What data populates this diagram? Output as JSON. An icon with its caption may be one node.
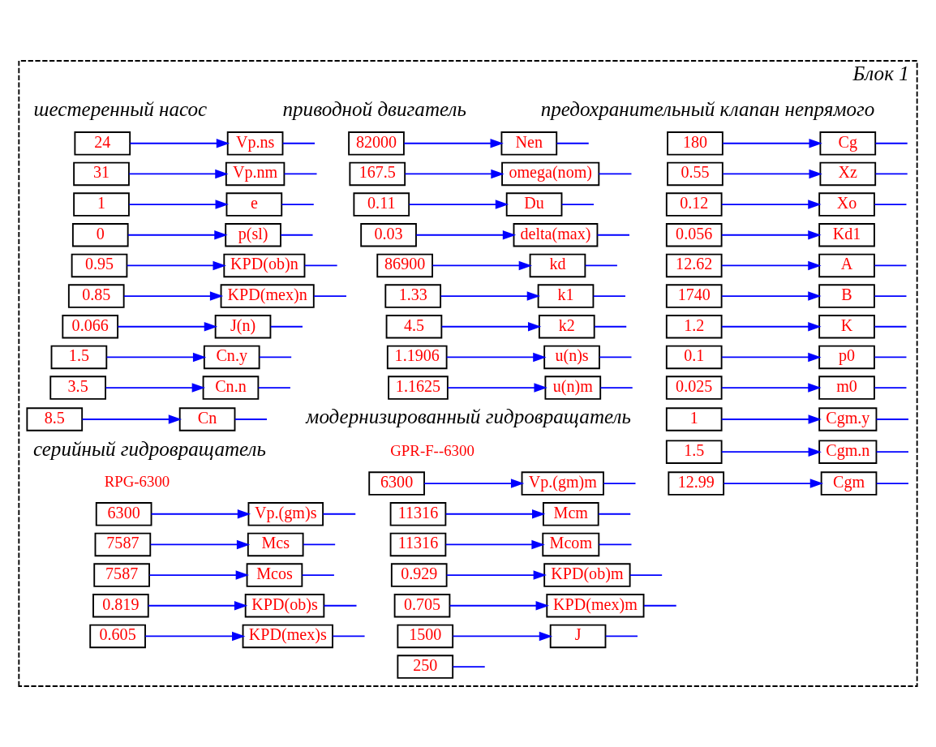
{
  "diagram": {
    "nodes": [
      {
        "text": [
          "Блок 1"
        ]
      },
      {
        "text": [
          "24"
        ],
        "in": 0
      },
      {
        "text": [
          "Vp.ns"
        ],
        "in": 0
      },
      {
        "text": [
          "31"
        ],
        "in": 0
      },
      {
        "text": [
          "Vp.nm"
        ],
        "in": 0
      },
      {
        "text": [
          "1"
        ],
        "in": 0
      },
      {
        "text": [
          "e"
        ],
        "in": 0
      },
      {
        "text": [
          "0"
        ],
        "in": 0
      },
      {
        "text": [
          "p(sl)"
        ],
        "in": 0
      },
      {
        "text": [
          "0.95"
        ],
        "in": 0
      },
      {
        "text": [
          "KPD(ob)n"
        ],
        "in": 0
      },
      {
        "text": [
          "0.85"
        ],
        "in": 0
      },
      {
        "text": [
          "KPD(mex)n"
        ],
        "in": 0
      },
      {
        "text": [
          "0.066"
        ],
        "in": 0
      },
      {
        "text": [
          "J(n)"
        ],
        "in": 0
      },
      {
        "text": [
          "1.5"
        ],
        "in": 0
      },
      {
        "text": [
          "Cn.y"
        ],
        "in": 0
      },
      {
        "text": [
          "3.5"
        ],
        "in": 0
      },
      {
        "text": [
          "Cn.n"
        ],
        "in": 0
      },
      {
        "text": [
          "8.5"
        ],
        "in": 0
      },
      {
        "text": [
          "Cn"
        ],
        "in": 0
      },
      {
        "text": [
          "82000"
        ],
        "in": 0
      },
      {
        "text": [
          "Nen"
        ],
        "in": 0
      },
      {
        "text": [
          "167.5"
        ],
        "in": 0
      },
      {
        "text": [
          "omega(nom)"
        ],
        "in": 0
      },
      {
        "text": [
          "0.11"
        ],
        "in": 0
      },
      {
        "text": [
          "Du"
        ],
        "in": 0
      },
      {
        "text": [
          "0.03"
        ],
        "in": 0
      },
      {
        "text": [
          "delta(max)"
        ],
        "in": 0
      },
      {
        "text": [
          "86900"
        ],
        "in": 0
      },
      {
        "text": [
          "kd"
        ],
        "in": 0
      },
      {
        "text": [
          "1.33"
        ],
        "in": 0
      },
      {
        "text": [
          "k1"
        ],
        "in": 0
      },
      {
        "text": [
          "4.5"
        ],
        "in": 0
      },
      {
        "text": [
          "k2"
        ],
        "in": 0
      },
      {
        "text": [
          "1.1906"
        ],
        "in": 0
      },
      {
        "text": [
          "u(n)s"
        ],
        "in": 0
      },
      {
        "text": [
          "1.1625"
        ],
        "in": 0
      },
      {
        "text": [
          "u(n)m"
        ],
        "in": 0
      },
      {
        "text": [
          "180"
        ],
        "in": 0
      },
      {
        "text": [
          "Cg"
        ],
        "in": 0
      },
      {
        "text": [
          "0.55"
        ],
        "in": 0
      },
      {
        "text": [
          "Xz"
        ],
        "in": 0
      },
      {
        "text": [
          "0.12"
        ],
        "in": 0
      },
      {
        "text": [
          "Xo"
        ],
        "in": 0
      },
      {
        "text": [
          "0.056"
        ],
        "in": 0
      },
      {
        "text": [
          "Kd1"
        ],
        "in": 0
      },
      {
        "text": [
          "12.62"
        ],
        "in": 0
      },
      {
        "text": [
          "A"
        ],
        "in": 0
      },
      {
        "text": [
          "1740"
        ],
        "in": 0
      },
      {
        "text": [
          "B"
        ],
        "in": 0
      },
      {
        "text": [
          "1.2"
        ],
        "in": 0
      },
      {
        "text": [
          "K"
        ],
        "in": 0
      },
      {
        "text": [
          "0.1"
        ],
        "in": 0
      },
      {
        "text": [
          "p0"
        ],
        "in": 0
      },
      {
        "text": [
          "0.025"
        ],
        "in": 0
      },
      {
        "text": [
          "m0"
        ],
        "in": 0
      },
      {
        "text": [
          "6300"
        ],
        "in": 0
      },
      {
        "text": [
          "Vp.(gm)s"
        ],
        "in": 0
      },
      {
        "text": [
          "7587"
        ],
        "in": 0
      },
      {
        "text": [
          "Mcs"
        ],
        "in": 0
      },
      {
        "text": [
          "7587"
        ],
        "in": 0
      },
      {
        "text": [
          "Mcos"
        ],
        "in": 0
      },
      {
        "text": [
          "0.819"
        ],
        "in": 0
      },
      {
        "text": [
          "KPD(ob)s"
        ],
        "in": 0
      },
      {
        "text": [
          "0.605"
        ],
        "in": 0
      },
      {
        "text": [
          "KPD(mex)s"
        ],
        "in": 0
      },
      {
        "text": [
          "6300"
        ],
        "in": 0
      },
      {
        "text": [
          "Vp.(gm)m"
        ],
        "in": 0
      },
      {
        "text": [
          "11316"
        ],
        "in": 0
      },
      {
        "text": [
          "Mcm"
        ],
        "in": 0
      },
      {
        "text": [
          "11316"
        ],
        "in": 0
      },
      {
        "text": [
          "Mcom"
        ],
        "in": 0
      },
      {
        "text": [
          "0.929"
        ],
        "in": 0
      },
      {
        "text": [
          "KPD(ob)m"
        ],
        "in": 0
      },
      {
        "text": [
          "0.705"
        ],
        "in": 0
      },
      {
        "text": [
          "KPD(mex)m"
        ],
        "in": 0
      },
      {
        "text": [
          "1500"
        ],
        "in": 0
      },
      {
        "text": [
          "J"
        ],
        "in": 0
      },
      {
        "text": [
          "250"
        ],
        "in": 0
      },
      {
        "text": [
          "1"
        ],
        "in": 0
      },
      {
        "text": [
          "Cgm.y"
        ],
        "in": 0
      },
      {
        "text": [
          "1.5"
        ],
        "in": 0
      },
      {
        "text": [
          "Cgm.n"
        ],
        "in": 0
      },
      {
        "text": [
          "12.99"
        ],
        "in": 0
      },
      {
        "text": [
          "Cgm"
        ],
        "in": 0
      }
    ],
    "edges": [
      {
        "from": 1,
        "to": 2,
        "arrow": "to"
      },
      {
        "from": 2,
        "to": null,
        "arrow": "none"
      },
      {
        "from": 3,
        "to": 4,
        "arrow": "to"
      },
      {
        "from": 4,
        "to": null,
        "arrow": "none"
      },
      {
        "from": 5,
        "to": 6,
        "arrow": "to"
      },
      {
        "from": 6,
        "to": null,
        "arrow": "none"
      },
      {
        "from": 7,
        "to": 8,
        "arrow": "to"
      },
      {
        "from": 8,
        "to": null,
        "arrow": "none"
      },
      {
        "from": 9,
        "to": 10,
        "arrow": "to"
      },
      {
        "from": 10,
        "to": null,
        "arrow": "none"
      },
      {
        "from": 11,
        "to": 12,
        "arrow": "to"
      },
      {
        "from": 12,
        "to": null,
        "arrow": "none"
      },
      {
        "from": 13,
        "to": 14,
        "arrow": "to"
      },
      {
        "from": 14,
        "to": null,
        "arrow": "none"
      },
      {
        "from": 15,
        "to": 16,
        "arrow": "to"
      },
      {
        "from": 16,
        "to": null,
        "arrow": "none"
      },
      {
        "from": 17,
        "to": 18,
        "arrow": "to"
      },
      {
        "from": 18,
        "to": null,
        "arrow": "none"
      },
      {
        "from": 19,
        "to": 20,
        "arrow": "to"
      },
      {
        "from": 20,
        "to": null,
        "arrow": "none"
      },
      {
        "from": 21,
        "to": 22,
        "arrow": "to"
      },
      {
        "from": 22,
        "to": null,
        "arrow": "none"
      },
      {
        "from": 23,
        "to": 24,
        "arrow": "to"
      },
      {
        "from": 24,
        "to": null,
        "arrow": "none"
      },
      {
        "from": 25,
        "to": 26,
        "arrow": "to"
      },
      {
        "from": 26,
        "to": null,
        "arrow": "none"
      },
      {
        "from": 27,
        "to": 28,
        "arrow": "to"
      },
      {
        "from": 28,
        "to": null,
        "arrow": "none"
      },
      {
        "from": 29,
        "to": 30,
        "arrow": "to"
      },
      {
        "from": 30,
        "to": null,
        "arrow": "none"
      },
      {
        "from": 31,
        "to": 32,
        "arrow": "to"
      },
      {
        "from": 32,
        "to": null,
        "arrow": "none"
      },
      {
        "from": 33,
        "to": 34,
        "arrow": "to"
      },
      {
        "from": 34,
        "to": null,
        "arrow": "none"
      },
      {
        "from": 35,
        "to": 36,
        "arrow": "to"
      },
      {
        "from": 36,
        "to": null,
        "arrow": "none"
      },
      {
        "from": 37,
        "to": 38,
        "arrow": "to"
      },
      {
        "from": 38,
        "to": null,
        "arrow": "none"
      },
      {
        "from": 39,
        "to": 40,
        "arrow": "to"
      },
      {
        "from": 40,
        "to": null,
        "arrow": "none"
      },
      {
        "from": 41,
        "to": 42,
        "arrow": "to"
      },
      {
        "from": 42,
        "to": null,
        "arrow": "none"
      },
      {
        "from": 43,
        "to": 44,
        "arrow": "to"
      },
      {
        "from": 44,
        "to": null,
        "arrow": "none"
      },
      {
        "from": 45,
        "to": 46,
        "arrow": "to"
      },
      {
        "from": 47,
        "to": 48,
        "arrow": "to"
      },
      {
        "from": 48,
        "to": null,
        "arrow": "none"
      },
      {
        "from": 49,
        "to": 50,
        "arrow": "to"
      },
      {
        "from": 50,
        "to": null,
        "arrow": "none"
      },
      {
        "from": 51,
        "to": 52,
        "arrow": "to"
      },
      {
        "from": 52,
        "to": null,
        "arrow": "none"
      },
      {
        "from": 53,
        "to": 54,
        "arrow": "to"
      },
      {
        "from": 54,
        "to": null,
        "arrow": "none"
      },
      {
        "from": 55,
        "to": 56,
        "arrow": "to"
      },
      {
        "from": 56,
        "to": null,
        "arrow": "none"
      },
      {
        "from": 57,
        "to": 58,
        "arrow": "to"
      },
      {
        "from": 58,
        "to": null,
        "arrow": "none"
      },
      {
        "from": 59,
        "to": 60,
        "arrow": "to"
      },
      {
        "from": 60,
        "to": null,
        "arrow": "none"
      },
      {
        "from": 61,
        "to": 62,
        "arrow": "to"
      },
      {
        "from": 62,
        "to": null,
        "arrow": "none"
      },
      {
        "from": 63,
        "to": 64,
        "arrow": "to"
      },
      {
        "from": 64,
        "to": null,
        "arrow": "none"
      },
      {
        "from": 65,
        "to": 66,
        "arrow": "to"
      },
      {
        "from": 66,
        "to": null,
        "arrow": "none"
      },
      {
        "from": 67,
        "to": 68,
        "arrow": "to"
      },
      {
        "from": 68,
        "to": null,
        "arrow": "none"
      },
      {
        "from": 69,
        "to": 70,
        "arrow": "to"
      },
      {
        "from": 70,
        "to": null,
        "arrow": "none"
      },
      {
        "from": 71,
        "to": 72,
        "arrow": "to"
      },
      {
        "from": 72,
        "to": null,
        "arrow": "none"
      },
      {
        "from": 73,
        "to": 74,
        "arrow": "to"
      },
      {
        "from": 74,
        "to": null,
        "arrow": "none"
      },
      {
        "from": 75,
        "to": 76,
        "arrow": "to"
      },
      {
        "from": 76,
        "to": null,
        "arrow": "none"
      },
      {
        "from": 77,
        "to": 78,
        "arrow": "to"
      },
      {
        "from": 78,
        "to": null,
        "arrow": "none"
      },
      {
        "from": 79,
        "to": null,
        "arrow": "none"
      },
      {
        "from": 80,
        "to": 81,
        "arrow": "to"
      },
      {
        "from": 81,
        "to": null,
        "arrow": "none"
      },
      {
        "from": 82,
        "to": 83,
        "arrow": "to"
      },
      {
        "from": 83,
        "to": null,
        "arrow": "none"
      },
      {
        "from": 84,
        "to": 85,
        "arrow": "to"
      },
      {
        "from": 85,
        "to": null,
        "arrow": "none"
      }
    ],
    "labels": [
      "шестеренный насос",
      "приводной двигатель",
      "предохранительный клапан непрямого",
      "серийный гидровращатель",
      "RPG-6300",
      "модернизированный гидровращатель",
      "GPR-F--6300"
    ]
  }
}
